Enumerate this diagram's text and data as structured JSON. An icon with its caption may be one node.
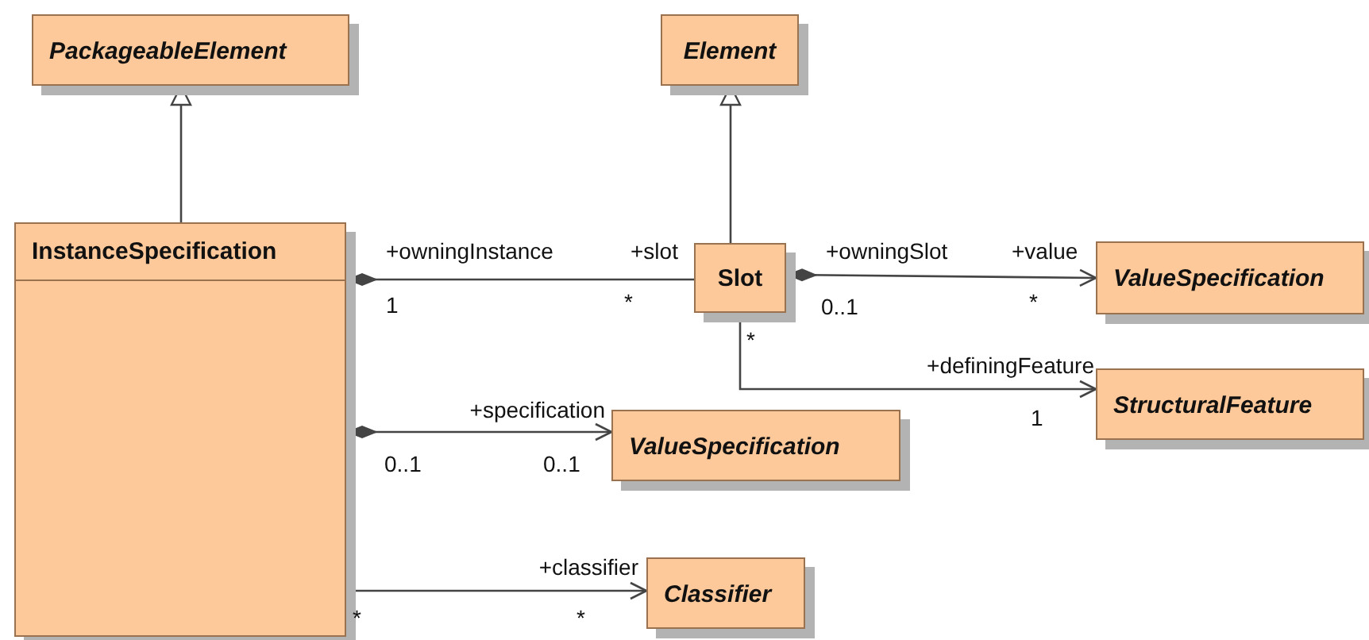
{
  "diagram": {
    "nodes": [
      {
        "text": [
          "PackageableElement"
        ]
      },
      {
        "text": [
          "Element"
        ]
      },
      {
        "text": [
          "InstanceSpecification"
        ]
      },
      {
        "text": [
          "Slot"
        ]
      },
      {
        "text": [
          "ValueSpecification"
        ]
      },
      {
        "text": [
          "StructuralFeature"
        ]
      },
      {
        "text": [
          "ValueSpecification"
        ]
      },
      {
        "text": [
          "Classifier"
        ]
      }
    ],
    "edges": [
      {
        "from": 2,
        "to": 0,
        "arrow": "to"
      },
      {
        "from": 3,
        "to": 1,
        "arrow": "to"
      },
      {
        "from": 2,
        "to": 3,
        "arrow": "other"
      },
      {
        "from": 3,
        "to": 4,
        "arrow": "to"
      },
      {
        "from": 3,
        "to": 5,
        "arrow": "to",
        "label": "+definingFeature"
      },
      {
        "from": 2,
        "to": 6,
        "arrow": "to",
        "label": "+specification"
      },
      {
        "from": 2,
        "to": 7,
        "arrow": "to",
        "label": "+classifier"
      }
    ],
    "labels": [
      "+owningInstance",
      "+slot",
      "+owningSlot",
      "+value",
      "1",
      "*",
      "0..1",
      "*",
      "*",
      "1",
      "0..1",
      "0..1",
      "*",
      "*"
    ]
  }
}
